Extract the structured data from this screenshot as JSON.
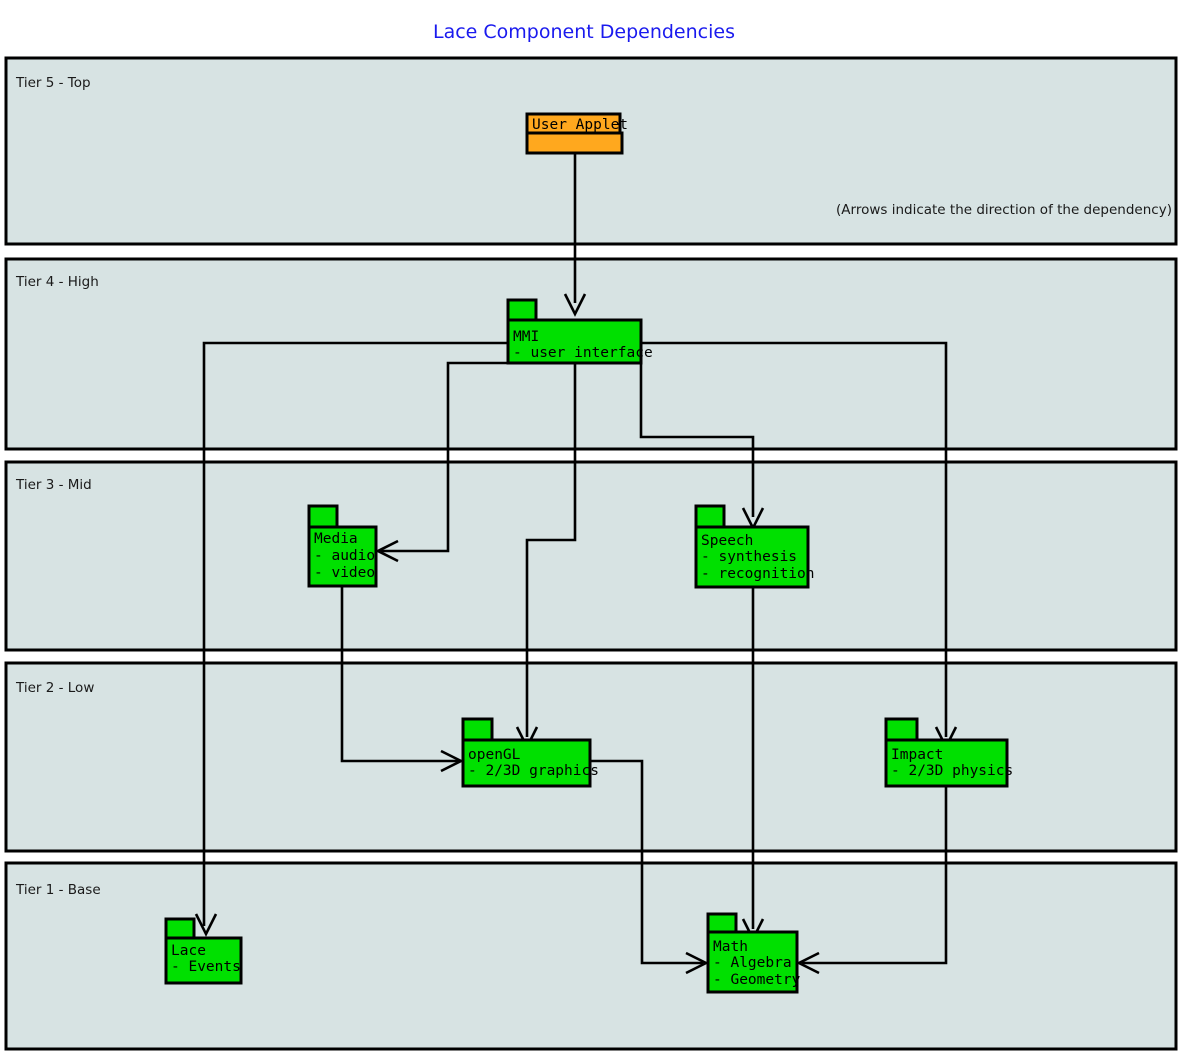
{
  "title": "Lace Component Dependencies",
  "note": "(Arrows indicate the direction of the dependency)",
  "colors": {
    "title": "#1a1aee",
    "tier_fill": "#d7e3e3",
    "package_green": "#00e000",
    "package_orange": "#ffa81e",
    "stroke": "#000000"
  },
  "tiers": [
    {
      "id": "tier5",
      "label": "Tier 5 - Top"
    },
    {
      "id": "tier4",
      "label": "Tier 4 - High"
    },
    {
      "id": "tier3",
      "label": "Tier 3 - Mid"
    },
    {
      "id": "tier2",
      "label": "Tier 2 - Low"
    },
    {
      "id": "tier1",
      "label": "Tier 1 - Base"
    }
  ],
  "packages": [
    {
      "id": "user-applet",
      "tier": "tier5",
      "color": "orange",
      "name": "User Applet",
      "lines": []
    },
    {
      "id": "mmi",
      "tier": "tier4",
      "color": "green",
      "name": "MMI",
      "lines": [
        "- user interface"
      ]
    },
    {
      "id": "media",
      "tier": "tier3",
      "color": "green",
      "name": "Media",
      "lines": [
        "- audio",
        "- video"
      ]
    },
    {
      "id": "speech",
      "tier": "tier3",
      "color": "green",
      "name": "Speech",
      "lines": [
        "- synthesis",
        "- recognition"
      ]
    },
    {
      "id": "opengl",
      "tier": "tier2",
      "color": "green",
      "name": "openGL",
      "lines": [
        "- 2/3D graphics"
      ]
    },
    {
      "id": "impact",
      "tier": "tier2",
      "color": "green",
      "name": "Impact",
      "lines": [
        "- 2/3D physics"
      ]
    },
    {
      "id": "lace",
      "tier": "tier1",
      "color": "green",
      "name": "Lace",
      "lines": [
        "- Events"
      ]
    },
    {
      "id": "math",
      "tier": "tier1",
      "color": "green",
      "name": "Math",
      "lines": [
        "- Algebra",
        "- Geometry"
      ]
    }
  ],
  "dependencies": [
    {
      "from": "user-applet",
      "to": "mmi"
    },
    {
      "from": "mmi",
      "to": "lace"
    },
    {
      "from": "mmi",
      "to": "media"
    },
    {
      "from": "mmi",
      "to": "opengl"
    },
    {
      "from": "mmi",
      "to": "speech"
    },
    {
      "from": "mmi",
      "to": "impact"
    },
    {
      "from": "media",
      "to": "opengl"
    },
    {
      "from": "speech",
      "to": "math"
    },
    {
      "from": "opengl",
      "to": "math"
    },
    {
      "from": "impact",
      "to": "math"
    }
  ],
  "text": {
    "user_applet_name": "User Applet",
    "mmi_name": "MMI",
    "mmi_l1": "- user interface",
    "media_name": "Media",
    "media_l1": "- audio",
    "media_l2": "- video",
    "speech_name": "Speech",
    "speech_l1": "- synthesis",
    "speech_l2": "- recognition",
    "opengl_name": "openGL",
    "opengl_l1": "- 2/3D graphics",
    "impact_name": "Impact",
    "impact_l1": "- 2/3D physics",
    "lace_name": "Lace",
    "lace_l1": "- Events",
    "math_name": "Math",
    "math_l1": "- Algebra",
    "math_l2": "- Geometry"
  }
}
